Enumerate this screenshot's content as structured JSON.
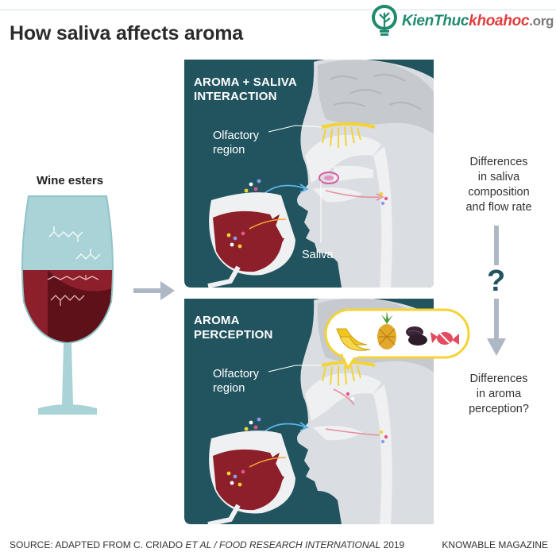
{
  "title": "How saliva affects aroma",
  "watermark": {
    "text_1": "KienThuc",
    "text_2": "khoahoc",
    "text_3": ".org",
    "icon": "bulb-tree-icon"
  },
  "left": {
    "label": "Wine esters",
    "icon": "wine-glass-icon"
  },
  "panel_top": {
    "title_line1": "AROMA + SALIVA",
    "title_line2": "INTERACTION",
    "olfactory_line1": "Olfactory",
    "olfactory_line2": "region",
    "saliva": "Saliva"
  },
  "panel_bottom": {
    "title_line1": "AROMA",
    "title_line2": "PERCEPTION",
    "olfactory_line1": "Olfactory",
    "olfactory_line2": "region",
    "bubble_icons": [
      "banana-icon",
      "pineapple-icon",
      "prune-icon",
      "candy-icon"
    ]
  },
  "right": {
    "top_line1": "Differences",
    "top_line2": "in saliva",
    "top_line3": "composition",
    "top_line4": "and flow rate",
    "question": "?",
    "bottom_line1": "Differences",
    "bottom_line2": "in aroma",
    "bottom_line3": "perception?"
  },
  "footer": {
    "source_prefix": "SOURCE: ADAPTED FROM C. CRIADO ",
    "source_italic": "ET AL / FOOD RESEARCH INTERNATIONAL",
    "source_year": " 2019",
    "credit": "KNOWABLE MAGAZINE"
  },
  "colors": {
    "panel": "#21545f",
    "wine": "#8c1f2a",
    "wine_dark": "#5a1018",
    "glass": "#a9d3d6",
    "arrow": "#aeb8c5",
    "head": "#dadde1",
    "olfactory": "#f5d332"
  }
}
